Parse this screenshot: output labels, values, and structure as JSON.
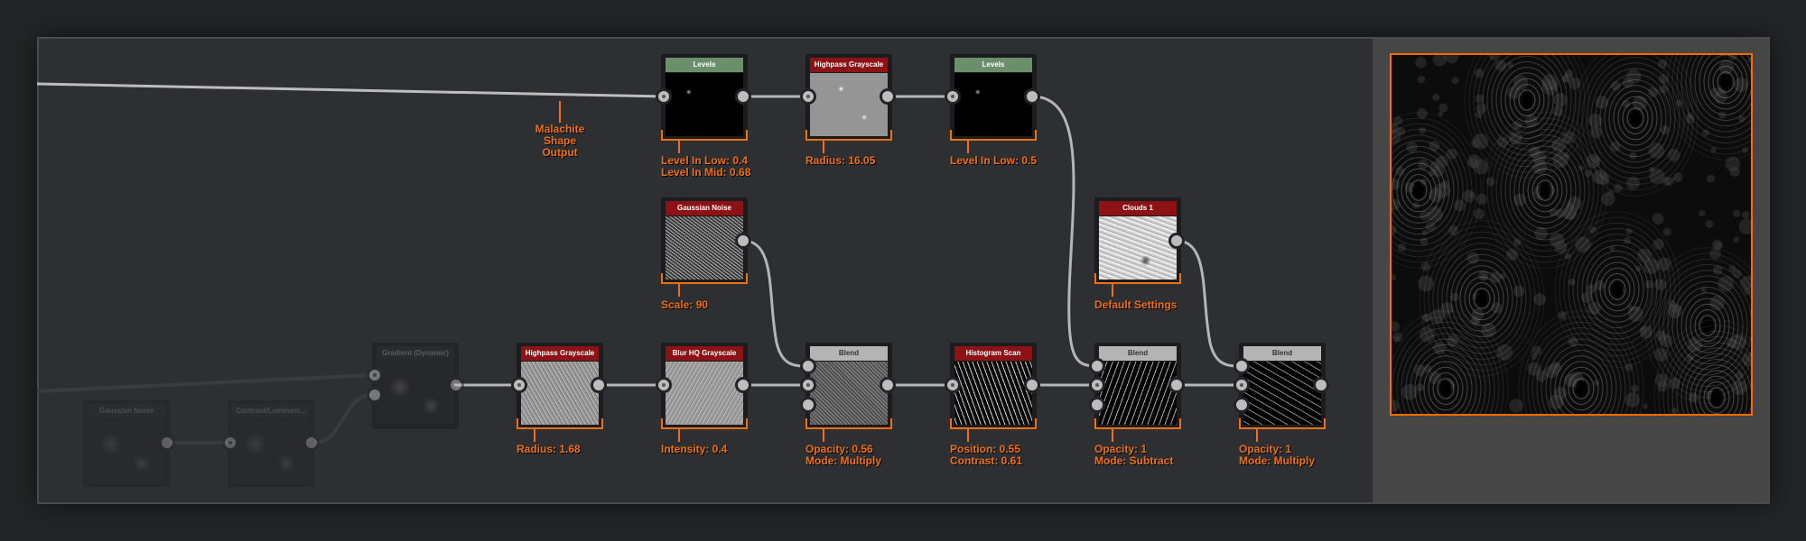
{
  "graph": {
    "frame_label": [
      "Malachite",
      "Shape",
      "Output"
    ]
  },
  "nodes": {
    "gaussian_faded": {
      "title": "Gaussian Noise"
    },
    "contrast_faded": {
      "title": "Contrast/Luminosi..."
    },
    "gradient": {
      "title": "Gradient (Dynamic)"
    },
    "levels_1": {
      "title": "Levels",
      "params": [
        "Level In Low: 0.4",
        "Level In Mid: 0.68"
      ]
    },
    "highpass_1": {
      "title": "Highpass Grayscale",
      "params": [
        "Radius: 16.05"
      ]
    },
    "levels_2": {
      "title": "Levels",
      "params": [
        "Level In Low: 0.5"
      ]
    },
    "gaussian": {
      "title": "Gaussian Noise",
      "params": [
        "Scale: 90"
      ]
    },
    "clouds": {
      "title": "Clouds 1",
      "params": [
        "Default Settings"
      ]
    },
    "highpass_2": {
      "title": "Highpass Grayscale",
      "params": [
        "Radius: 1.68"
      ]
    },
    "blur": {
      "title": "Blur HQ Grayscale",
      "params": [
        "Intensity: 0.4"
      ]
    },
    "blend_1": {
      "title": "Blend",
      "params": [
        "Opacity: 0.56",
        "Mode: Multiply"
      ]
    },
    "histogram": {
      "title": "Histogram Scan",
      "params": [
        "Position: 0.55",
        "Contrast: 0.61"
      ]
    },
    "blend_2": {
      "title": "Blend",
      "params": [
        "Opacity: 1",
        "Mode: Subtract"
      ]
    },
    "blend_3": {
      "title": "Blend",
      "params": [
        "Opacity: 1",
        "Mode: Multiply"
      ]
    }
  },
  "colors": {
    "accent": "#f07010",
    "header_green": "#6a8f6a",
    "header_red": "#8c1215",
    "header_grey": "#b4b4b4",
    "wire": "#b5b5b5"
  }
}
